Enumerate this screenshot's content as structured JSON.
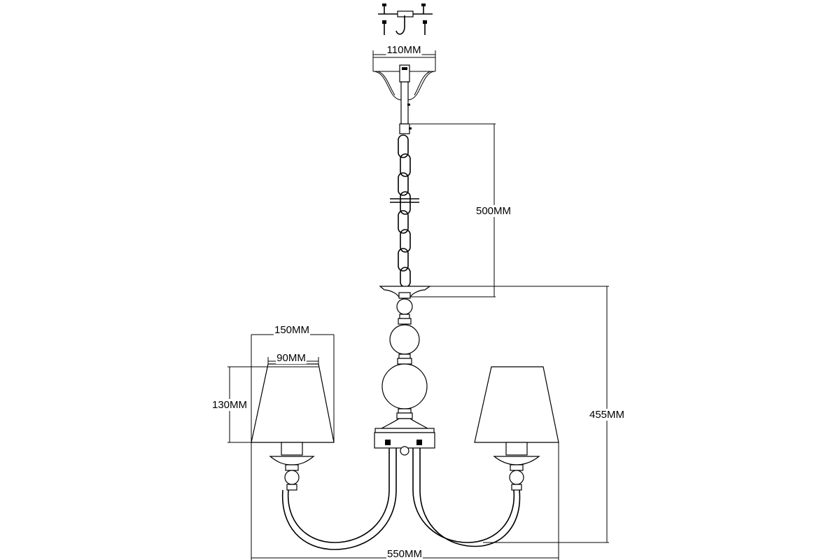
{
  "dimensions": {
    "canopy_width": "110MM",
    "chain_length": "500MM",
    "shade_top_diameter": "90MM",
    "shade_bottom_diameter": "150MM",
    "shade_height": "130MM",
    "body_height": "455MM",
    "overall_width": "550MM"
  }
}
